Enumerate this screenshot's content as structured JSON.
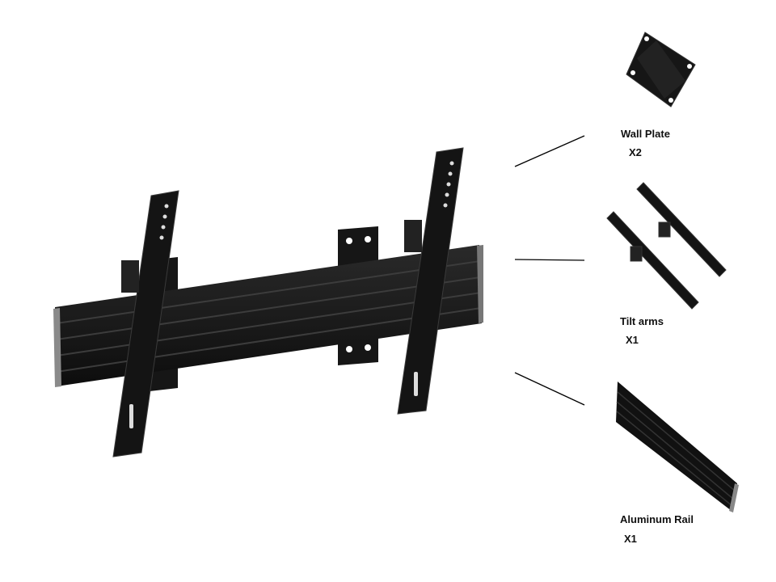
{
  "parts": [
    {
      "name": "Wall Plate",
      "qty": "X2"
    },
    {
      "name": "Tilt arms",
      "qty": "X1"
    },
    {
      "name": "Aluminum Rail",
      "qty": "X1"
    }
  ],
  "colors": {
    "metal": "#1a1a1a",
    "edge": "#3a3a3a",
    "rail_end": "#8a8a8a",
    "leader": "#000000"
  }
}
